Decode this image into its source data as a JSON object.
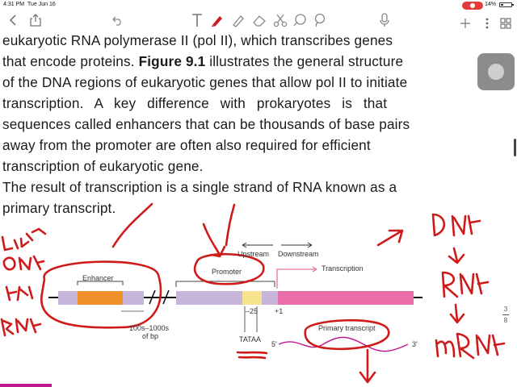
{
  "status_bar": {
    "time": "4:31 PM",
    "date": "Tue Jun 16",
    "battery_pct": "14%"
  },
  "toolbar": {
    "icons": [
      "back-icon",
      "share-icon",
      "undo-icon",
      "text-tool-icon",
      "pen-icon",
      "highlighter-icon",
      "eraser-icon",
      "scissors-icon",
      "shape-icon",
      "lasso-icon",
      "mic-icon",
      "add-page-icon",
      "more-icon"
    ],
    "accent": "#e23b3b"
  },
  "document": {
    "line1": "eukaryotic RNA polymerase II (pol II), which transcribes genes",
    "line2_pre": "that encode proteins. ",
    "line2_bold": "Figure 9.1",
    "line2_post": " illustrates the general structure",
    "line3": "of the DNA regions of eukaryotic genes that allow pol II to initiate",
    "line4": "transcription. A key difference with prokaryotes is that",
    "line5": "sequences called enhancers that can be thousands of base pairs",
    "line6": "away from the promoter are often also required for efficient",
    "line7": "transcription of eukaryotic gene.",
    "line8": "The result of transcription is a single strand of RNA known as a",
    "line9": "primary transcript."
  },
  "figure": {
    "enhancer": "Enhancer",
    "promoter": "Promoter",
    "upstream": "Upstream",
    "downstream": "Downstream",
    "transcription": "Transcription",
    "distance_line1": "100s–1000s",
    "distance_line2": "of bp",
    "minus25": "–25",
    "plus1": "+1",
    "tataa": "TATAA",
    "five_prime": "5'",
    "three_prime": "3'",
    "primary_transcript": "Primary transcript",
    "colors": {
      "enhancer_region": "#f0912b",
      "lavender": "#c6b5da",
      "tata_box": "#f7e38e",
      "gene": "#ea6ea8",
      "ink": "#d01a1a"
    }
  },
  "page_indicator": {
    "current": "3",
    "total": "8"
  }
}
